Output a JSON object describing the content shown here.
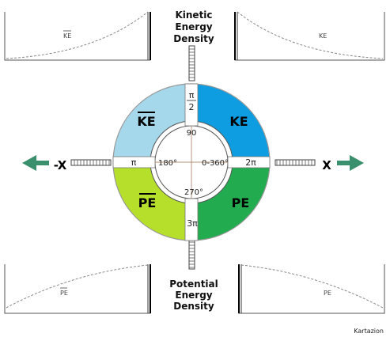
{
  "top_title": [
    "Kinetic",
    "Energy",
    "Density"
  ],
  "bottom_title": [
    "Potential",
    "Energy",
    "Density"
  ],
  "quadrants": {
    "top_left": {
      "label": "KE",
      "overline": true,
      "color": "#a6d8ec"
    },
    "top_right": {
      "label": "KE",
      "overline": false,
      "color": "#0d9de0"
    },
    "bottom_left": {
      "label": "PE",
      "overline": true,
      "color": "#b5df2a"
    },
    "bottom_right": {
      "label": "PE",
      "overline": false,
      "color": "#22ab4f"
    }
  },
  "angles": {
    "top": "90",
    "left": "180°",
    "right": "0-360°",
    "bottom": "270°"
  },
  "radians": {
    "top_num": "π",
    "top_den": "2",
    "left": "π",
    "right": "2π",
    "bottom": "3π"
  },
  "axis": {
    "left_label": "-X",
    "right_label": "X",
    "arrow_color": "#3a8f6d"
  },
  "mini_charts": {
    "top_left": {
      "label": "KE",
      "overline": true,
      "curve": "rising"
    },
    "top_right": {
      "label": "KE",
      "overline": false,
      "curve": "falling"
    },
    "bottom_left": {
      "label": "PE",
      "overline": true,
      "curve": "rising-concave"
    },
    "bottom_right": {
      "label": "PE",
      "overline": false,
      "curve": "falling-concave"
    }
  },
  "credit": "Kartazion"
}
